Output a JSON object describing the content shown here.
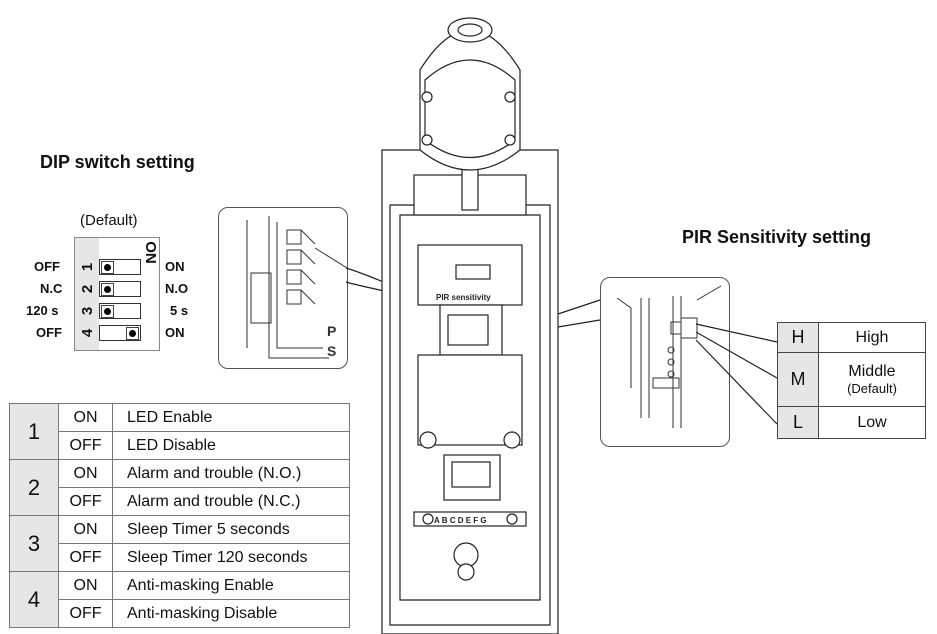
{
  "dip_section": {
    "title": "DIP switch setting",
    "default_label": "(Default)",
    "on_marker": "ON",
    "switches": [
      {
        "number": "1",
        "left_label": "OFF",
        "right_label": "ON",
        "default_position": "off"
      },
      {
        "number": "2",
        "left_label": "N.C",
        "right_label": "N.O",
        "default_position": "off"
      },
      {
        "number": "3",
        "left_label": "120 s",
        "right_label": "5 s",
        "default_position": "off"
      },
      {
        "number": "4",
        "left_label": "OFF",
        "right_label": "ON",
        "default_position": "on"
      }
    ],
    "table": [
      {
        "number": "1",
        "rows": [
          {
            "state": "ON",
            "description": "LED Enable"
          },
          {
            "state": "OFF",
            "description": "LED Disable"
          }
        ]
      },
      {
        "number": "2",
        "rows": [
          {
            "state": "ON",
            "description": "Alarm and trouble (N.O.)"
          },
          {
            "state": "OFF",
            "description": "Alarm and trouble (N.C.)"
          }
        ]
      },
      {
        "number": "3",
        "rows": [
          {
            "state": "ON",
            "description": "Sleep Timer 5 seconds"
          },
          {
            "state": "OFF",
            "description": "Sleep Timer 120 seconds"
          }
        ]
      },
      {
        "number": "4",
        "rows": [
          {
            "state": "ON",
            "description": "Anti-masking Enable"
          },
          {
            "state": "OFF",
            "description": "Anti-masking Disable"
          }
        ]
      }
    ]
  },
  "pir_section": {
    "title": "PIR Sensitivity setting",
    "levels": [
      {
        "key": "H",
        "label": "High",
        "note": ""
      },
      {
        "key": "M",
        "label": "Middle",
        "note": "(Default)"
      },
      {
        "key": "L",
        "label": "Low",
        "note": ""
      }
    ]
  },
  "device": {
    "board_label": "PIR sensitivity",
    "terminal_labels": "A B C D E F G",
    "callout_dip_marks": "P S"
  },
  "colors": {
    "shade": "#e6e6e6",
    "line": "#333333"
  }
}
